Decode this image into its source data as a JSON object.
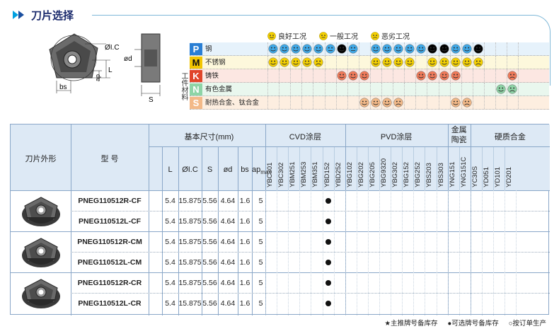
{
  "header": {
    "title": "刀片选择"
  },
  "drawing": {
    "labels": {
      "ic": "ØI.C",
      "d": "ød",
      "ap": "ap",
      "L": "L",
      "bs": "bs",
      "S": "S"
    }
  },
  "legend": [
    {
      "icon": "smile-good-icon",
      "label": "良好工况",
      "color": "#f5d100"
    },
    {
      "icon": "smile-neutral-icon",
      "label": "一般工况",
      "color": "#f5d100"
    },
    {
      "icon": "smile-bad-icon",
      "label": "恶劣工况",
      "color": "#f5d100"
    }
  ],
  "materials_side_label": "工件材料",
  "materials": [
    {
      "code": "P",
      "name": "钢",
      "color": "#2a7fd4",
      "bg": "#e6f2fb"
    },
    {
      "code": "M",
      "name": "不锈钢",
      "color": "#f2c500",
      "bg": "#fdf8dc",
      "code_text_color": "#111"
    },
    {
      "code": "K",
      "name": "铸铁",
      "color": "#e0452a",
      "bg": "#fce7e2"
    },
    {
      "code": "N",
      "name": "有色金属",
      "color": "#8ed4a6",
      "bg": "#e9f7ee"
    },
    {
      "code": "S",
      "name": "耐热合金、钛合金",
      "color": "#f3b988",
      "bg": "#fdeee0"
    }
  ],
  "grade_columns": [
    "YBC301",
    "YBC302",
    "YBM251",
    "YBM253",
    "YBM351",
    "YBD152",
    "YBD252",
    "YBG102",
    "YBG202",
    "YBG205",
    "YBG9320",
    "YBG302",
    "YBG152",
    "YBG252",
    "YBS203",
    "YBS303",
    "YNG151",
    "YNG151C",
    "YC30S",
    "YD051",
    "YD101",
    "YD201"
  ],
  "mat_marks": {
    "P": [
      [
        0,
        "b"
      ],
      [
        1,
        "b"
      ],
      [
        2,
        "b"
      ],
      [
        3,
        "b"
      ],
      [
        4,
        "b"
      ],
      [
        5,
        "n"
      ],
      [
        6,
        "s"
      ],
      [
        7,
        "n"
      ],
      [
        9,
        "b"
      ],
      [
        10,
        "b"
      ],
      [
        11,
        "b"
      ],
      [
        12,
        "b"
      ],
      [
        13,
        "b"
      ],
      [
        14,
        "s"
      ],
      [
        15,
        "s"
      ],
      [
        16,
        "b"
      ],
      [
        17,
        "b"
      ],
      [
        18,
        "s"
      ]
    ],
    "M": [
      [
        0,
        "y"
      ],
      [
        1,
        "y"
      ],
      [
        2,
        "y"
      ],
      [
        3,
        "y"
      ],
      [
        4,
        "ys"
      ],
      [
        9,
        "y"
      ],
      [
        10,
        "y"
      ],
      [
        11,
        "y"
      ],
      [
        12,
        "y"
      ],
      [
        14,
        "y"
      ],
      [
        15,
        "y"
      ],
      [
        16,
        "y"
      ],
      [
        17,
        "y"
      ],
      [
        18,
        "ys"
      ]
    ],
    "K": [
      [
        6,
        "r"
      ],
      [
        7,
        "r"
      ],
      [
        8,
        "r"
      ],
      [
        13,
        "r"
      ],
      [
        14,
        "r"
      ],
      [
        15,
        "r"
      ],
      [
        16,
        "r"
      ],
      [
        21,
        "rs"
      ]
    ],
    "N": [
      [
        20,
        "g"
      ],
      [
        21,
        "gs"
      ]
    ],
    "S": [
      [
        8,
        "o"
      ],
      [
        9,
        "o"
      ],
      [
        10,
        "o"
      ],
      [
        11,
        "os"
      ],
      [
        16,
        "o"
      ],
      [
        17,
        "os"
      ]
    ]
  },
  "table": {
    "headers": {
      "shape": "刀片外形",
      "model": "型 号",
      "basic_dims": "基本尺寸(mm)",
      "cvd": "CVD涂层",
      "pvd": "PVD涂层",
      "cermet": "金属陶瓷",
      "carbide": "硬质合金",
      "dim_cols": [
        "L",
        "ØI.C",
        "S",
        "ød",
        "bs",
        "ap"
      ],
      "ap_sub": "max"
    },
    "rows": [
      {
        "model": "PNEG110512R-CF",
        "L": "5.4",
        "IC": "15.875",
        "S": "5.56",
        "d": "4.64",
        "bs": "1.6",
        "ap": "5"
      },
      {
        "model": "PNEG110512L-CF",
        "L": "5.4",
        "IC": "15.875",
        "S": "5.56",
        "d": "4.64",
        "bs": "1.6",
        "ap": "5"
      },
      {
        "model": "PNEG110512R-CM",
        "L": "5.4",
        "IC": "15.875",
        "S": "5.56",
        "d": "4.64",
        "bs": "1.6",
        "ap": "5"
      },
      {
        "model": "PNEG110512L-CM",
        "L": "5.4",
        "IC": "15.875",
        "S": "5.56",
        "d": "4.64",
        "bs": "1.6",
        "ap": "5"
      },
      {
        "model": "PNEG110512R-CR",
        "L": "5.4",
        "IC": "15.875",
        "S": "5.56",
        "d": "4.64",
        "bs": "1.6",
        "ap": "5"
      },
      {
        "model": "PNEG110512L-CR",
        "L": "5.4",
        "IC": "15.875",
        "S": "5.56",
        "d": "4.64",
        "bs": "1.6",
        "ap": "5"
      }
    ],
    "stock_grade_index": 5
  },
  "footer": {
    "main_stock": "★主推牌号备库存",
    "optional_stock": "●可选牌号备库存",
    "made_to_order": "○按订单生产"
  }
}
